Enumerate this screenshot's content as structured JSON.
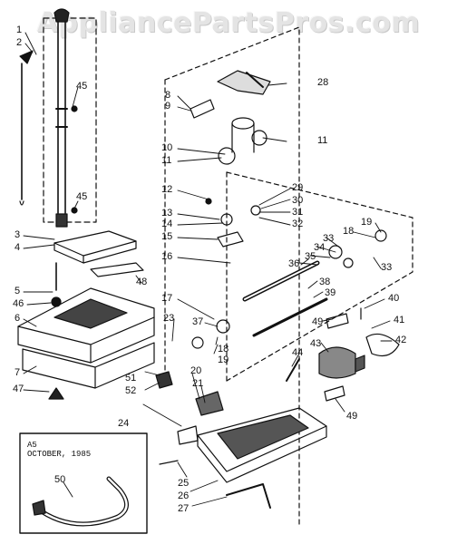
{
  "watermark": "AppliancePartsPros.com",
  "page_code": "A5",
  "date_note": "OCTOBER, 1985",
  "callouts": {
    "c1": "1",
    "c2": "2",
    "c3": "3",
    "c4": "4",
    "c5": "5",
    "c6": "6",
    "c7": "7",
    "c8": "8",
    "c9": "9",
    "c10": "10",
    "c11a": "11",
    "c11b": "11",
    "c12": "12",
    "c13": "13",
    "c14": "14",
    "c15": "15",
    "c16": "16",
    "c17": "17",
    "c18a": "18",
    "c18b": "18",
    "c19a": "19",
    "c19b": "19",
    "c20": "20",
    "c21": "21",
    "c23": "23",
    "c24": "24",
    "c25": "25",
    "c26": "26",
    "c27": "27",
    "c28": "28",
    "c29": "29",
    "c30": "30",
    "c31": "31",
    "c32": "32",
    "c33a": "33",
    "c33b": "33",
    "c34": "34",
    "c35": "35",
    "c36": "36",
    "c37": "37",
    "c38": "38",
    "c39": "39",
    "c40": "40",
    "c41": "41",
    "c42": "42",
    "c43": "43",
    "c44": "44",
    "c45a": "45",
    "c45b": "45",
    "c46": "46",
    "c47": "47",
    "c48": "48",
    "c49a": "49",
    "c49b": "49",
    "c50": "50",
    "c51": "51",
    "c52": "52"
  }
}
